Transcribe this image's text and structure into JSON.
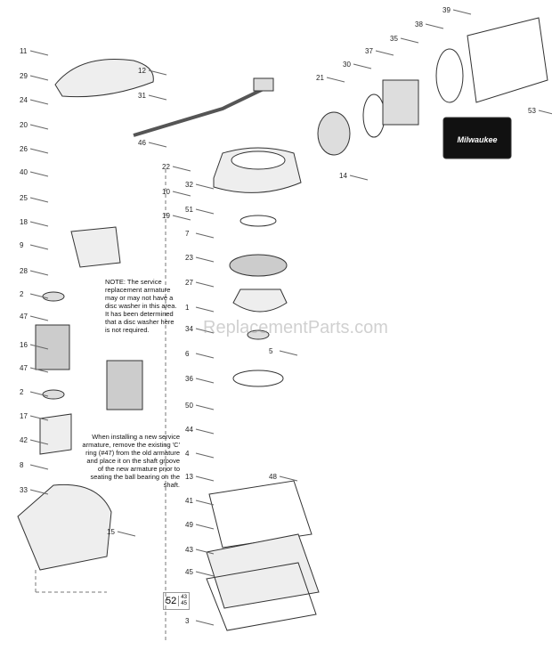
{
  "watermark": "ReplacementParts.com",
  "brand_logo": "Milwaukee",
  "note_armature": "NOTE: The service replacement armature may or may not have a disc washer in this area. It has been determined that a disc washer here is not required.",
  "note_install": "When installing a new service armature, remove the existing 'C' ring (#47) from the old armature and place it on the shaft groove of the new armature prior to seating the ball bearing on the shaft.",
  "kit": {
    "number": "52",
    "parts": [
      "43",
      "45"
    ]
  },
  "callouts": [
    "11",
    "29",
    "24",
    "20",
    "26",
    "40",
    "25",
    "18",
    "9",
    "28",
    "2",
    "47",
    "16",
    "47",
    "2",
    "17",
    "42",
    "8",
    "33",
    "15",
    "12",
    "31",
    "46",
    "22",
    "10",
    "19",
    "21",
    "30",
    "37",
    "35",
    "38",
    "39",
    "53",
    "14",
    "32",
    "51",
    "7",
    "23",
    "27",
    "1",
    "34",
    "5",
    "6",
    "36",
    "50",
    "44",
    "4",
    "13",
    "48",
    "41",
    "49",
    "43",
    "45",
    "3"
  ]
}
